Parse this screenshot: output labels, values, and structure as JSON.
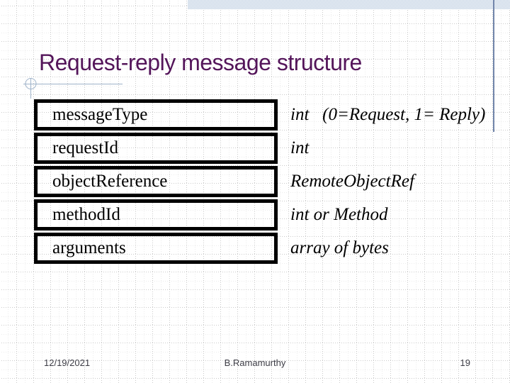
{
  "slide": {
    "title": "Request-reply message structure",
    "table": {
      "rows": [
        {
          "field": "messageType",
          "type": "int   (0=Request, 1= Reply)"
        },
        {
          "field": "requestId",
          "type": "int"
        },
        {
          "field": "objectReference",
          "type": "RemoteObjectRef"
        },
        {
          "field": "methodId",
          "type": "int or Method"
        },
        {
          "field": "arguments",
          "type": "array of bytes"
        }
      ]
    },
    "footer": {
      "date": "12/19/2021",
      "author": "B.Ramamurthy",
      "page_number": "19"
    },
    "colors": {
      "title_text": "#54155a",
      "accent_band": "#b7c9de",
      "accent_line": "#7286ab",
      "ornament": "#9fb3ca",
      "table_border": "#000000",
      "grid_major": "#cacaca",
      "grid_minor": "#ececec"
    }
  }
}
